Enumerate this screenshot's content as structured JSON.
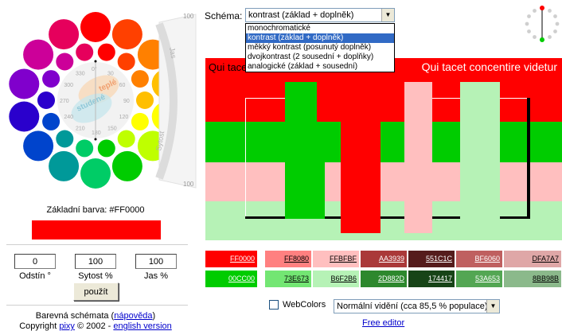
{
  "wheel": {
    "warm_label": "teplé",
    "cool_label": "studené",
    "degree_labels": [
      "0°",
      "30",
      "60",
      "90",
      "120",
      "150",
      "180",
      "210",
      "240",
      "270",
      "300",
      "330"
    ],
    "colors": [
      "#ff0000",
      "#ff4000",
      "#ff8000",
      "#ffbf00",
      "#ffff00",
      "#bfff00",
      "#00cc00",
      "#00cc66",
      "#009999",
      "#0044cc",
      "#2a00cc",
      "#8000cc",
      "#cc0099",
      "#e6005c"
    ]
  },
  "sliders": {
    "brightness_label": "Jas",
    "saturation_label": "Sytost",
    "top_value": "100",
    "bottom_value": "100"
  },
  "base_color": {
    "label": "Základní barva: #FF0000",
    "color": "#ff0000"
  },
  "hsb": {
    "hue": "0",
    "saturation": "100",
    "brightness": "100",
    "hue_label": "Odstín °",
    "saturation_label": "Sytost %",
    "brightness_label": "Jas %",
    "apply_label": "použít"
  },
  "footer": {
    "line1_prefix": "Barevná schémata (",
    "help_link": "nápověda",
    "line1_suffix": ")",
    "copyright_prefix": "Copyright ",
    "author_link": "pixy",
    "copyright_mid": " © 2002 - ",
    "english_link": "english version"
  },
  "schema": {
    "label": "Schéma:",
    "selected": "kontrast (základ + doplněk)",
    "options": [
      "monochromatické",
      "kontrast (základ + doplněk)",
      "měkký kontrast (posunutý doplněk)",
      "dvojkontrast (2 sousední + doplňky)",
      "analogické (základ + sousední)"
    ],
    "selected_index": 1
  },
  "preview": {
    "text_left": "Qui tacet",
    "text_right": "Qui tacet concentire videtur",
    "colors": {
      "red": "#ff0000",
      "green": "#00cc00",
      "pink": "#ffbfbf",
      "light_green": "#b6f2b6"
    }
  },
  "palette": {
    "row1": [
      {
        "hex": "FF0000",
        "color": "#ff0000",
        "text": "#ffffff"
      },
      {
        "hex": "FF8080",
        "color": "#ff8080",
        "text": "#000000"
      },
      {
        "hex": "FFBFBF",
        "color": "#ffbfbf",
        "text": "#000000"
      },
      {
        "hex": "AA3939",
        "color": "#aa3939",
        "text": "#ffffff"
      },
      {
        "hex": "551C1C",
        "color": "#551c1c",
        "text": "#ffffff"
      },
      {
        "hex": "BF6060",
        "color": "#bf6060",
        "text": "#ffffff"
      },
      {
        "hex": "DFA7A7",
        "color": "#dfa7a7",
        "text": "#000000"
      }
    ],
    "row2": [
      {
        "hex": "00CC00",
        "color": "#00cc00",
        "text": "#ffffff"
      },
      {
        "hex": "73E673",
        "color": "#73e673",
        "text": "#000000"
      },
      {
        "hex": "B6F2B6",
        "color": "#b6f2b6",
        "text": "#000000"
      },
      {
        "hex": "2D882D",
        "color": "#2d882d",
        "text": "#ffffff"
      },
      {
        "hex": "174417",
        "color": "#174417",
        "text": "#ffffff"
      },
      {
        "hex": "53A653",
        "color": "#53a653",
        "text": "#ffffff"
      },
      {
        "hex": "8BB98B",
        "color": "#8bb98b",
        "text": "#000000"
      }
    ]
  },
  "controls": {
    "webcolors_label": "WebColors",
    "vision_selected": "Normální vidění (cca 85,5 % populace)",
    "free_editor": "Free editor"
  }
}
